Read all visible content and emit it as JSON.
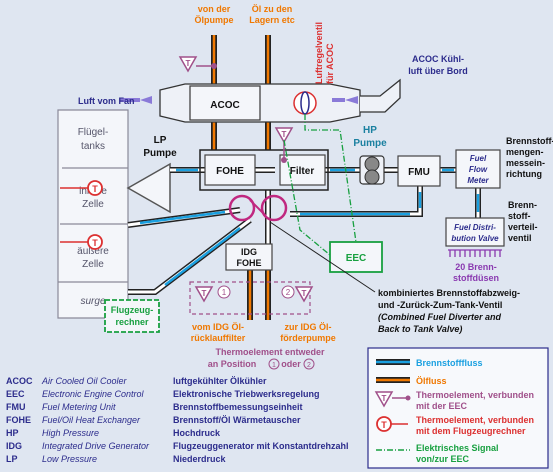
{
  "labels": {
    "von_der_oelpumpe": [
      "von der",
      "Ölpumpe"
    ],
    "oel_zu_den_lagern": [
      "Öl zu den",
      "Lagern etc"
    ],
    "luftregelventil": [
      "Luftregelventil",
      "für ACOC"
    ],
    "acoc_kuehlluft": [
      "ACOC Kühl-",
      "luft über Bord"
    ],
    "luft_vom_fan": "Luft vom Fan",
    "acoc": "ACOC",
    "fluegeltanks": [
      "Flügel-",
      "tanks"
    ],
    "innere_zelle": [
      "innere",
      "Zelle"
    ],
    "aeussere_zelle": [
      "äußere",
      "Zelle"
    ],
    "surge": "surge",
    "lp_pumpe": [
      "LP",
      "Pumpe"
    ],
    "fohe": "FOHE",
    "filter": "Filter",
    "hp_pumpe": [
      "HP",
      "Pumpe"
    ],
    "fmu": "FMU",
    "fuel_flow_meter": [
      "Fuel",
      "Flow",
      "Meter"
    ],
    "brennstoff_mengenmess": [
      "Brennstoff-",
      "mengen-",
      "messein-",
      "richtung"
    ],
    "brennstoff_verteil": [
      "Brenn-",
      "stoff-",
      "verteil-",
      "ventil"
    ],
    "fuel_distribution_valve": [
      "Fuel Distri-",
      "bution Valve"
    ],
    "brennstoffduesen": [
      "20 Brenn-",
      "stoffdüsen"
    ],
    "eec": "EEC",
    "idg_fohe": [
      "IDG",
      "FOHE"
    ],
    "flugzeugrechner": [
      "Flugzeug-",
      "rechner"
    ],
    "vom_idg": [
      "vom IDG Öl-",
      "rücklauffilter"
    ],
    "zur_idg": [
      "zur IDG Öl-",
      "förderpumpe"
    ],
    "thermoelement_entweder": [
      "Thermoelement entweder",
      "an Position",
      "oder"
    ],
    "kombiniertes": [
      "kombiniertes Brennstoffabzweig-",
      "und -Zurück-Zum-Tank-Ventil",
      "(Combined Fuel Diverter and",
      "Back to Tank Valve)"
    ],
    "num1": "1",
    "num2": "2",
    "sensor_t": "T"
  },
  "abbreviations": [
    {
      "abbr": "ACOC",
      "en": "Air Cooled Oil Cooler",
      "de": "luftgekühlter Ölkühler"
    },
    {
      "abbr": "EEC",
      "en": "Electronic Engine Control",
      "de": "Elektronische Triebwerksregelung"
    },
    {
      "abbr": "FMU",
      "en": "Fuel Metering Unit",
      "de": "Brennstoffbemessungseinheit"
    },
    {
      "abbr": "FOHE",
      "en": "Fuel/Oil Heat Exchanger",
      "de": "Brennstoff/Öl Wärmetauscher"
    },
    {
      "abbr": "HP",
      "en": "High Pressure",
      "de": "Hochdruck"
    },
    {
      "abbr": "IDG",
      "en": "Integrated Drive Generator",
      "de": "Flugzeuggenerator mit Konstantdrehzahl"
    },
    {
      "abbr": "LP",
      "en": "Low Pressure",
      "de": "Niederdruck"
    }
  ],
  "legend": {
    "brennstofffluss": "Brennstofffluss",
    "oelfluss": "Ölfluss",
    "thermo_eec": [
      "Thermoelement, verbunden",
      "mit der EEC"
    ],
    "thermo_flugzeug": [
      "Thermoelement, verbunden",
      "mit dem Flugzeugrechner"
    ],
    "elektrisches_signal": [
      "Elektrisches Signal",
      "von/zur EEC"
    ]
  },
  "colors": {
    "background": "#dfe6f1",
    "fuel": "#1aa0e0",
    "oil": "#f07800",
    "thermo_eec": "#a0508a",
    "thermo_aircraft": "#dc3030",
    "signal": "#18a040",
    "navy": "#2c2c8c",
    "purple": "#8a3ab0"
  }
}
